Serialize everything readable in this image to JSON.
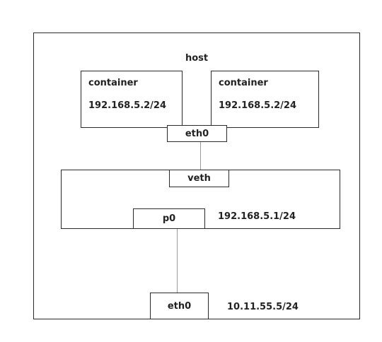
{
  "host": {
    "label": "host"
  },
  "containers": [
    {
      "label": "container",
      "ip": "192.168.5.2/24"
    },
    {
      "label": "container",
      "ip": "192.168.5.2/24"
    }
  ],
  "container_eth0": {
    "label": "eth0"
  },
  "bridge": {
    "veth_label": "veth",
    "p0_label": "p0",
    "p0_ip": "192.168.5.1/24"
  },
  "host_eth0": {
    "label": "eth0",
    "ip": "10.11.55.5/24"
  }
}
